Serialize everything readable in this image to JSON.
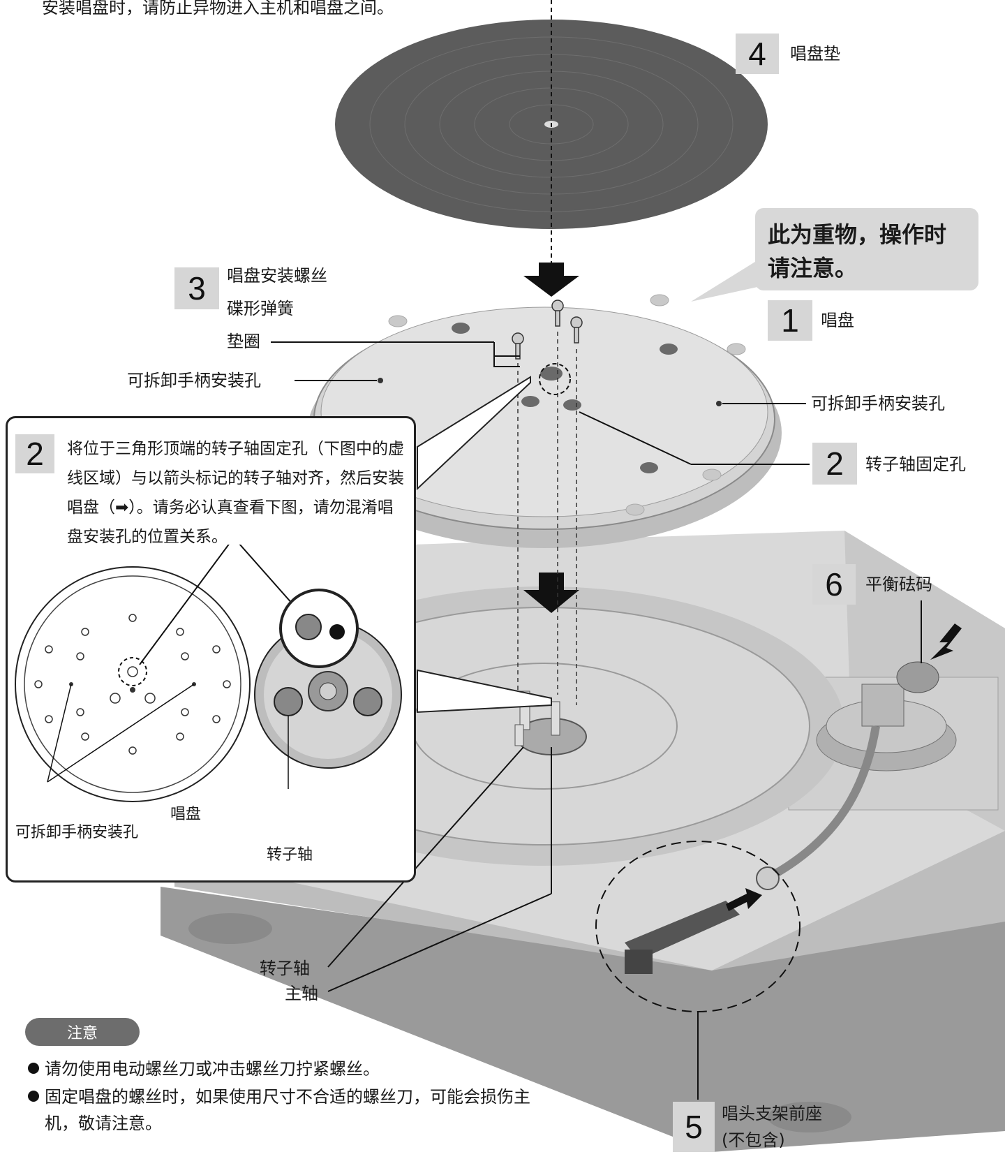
{
  "top_note": "安装唱盘时，请防止异物进入主机和唱盘之间。",
  "parts": {
    "p4": {
      "num": "4",
      "label": "唱盘垫"
    },
    "p1": {
      "num": "1",
      "label": "唱盘"
    },
    "p3": {
      "num": "3",
      "screw": "唱盘安装螺丝",
      "spring": "碟形弹簧",
      "washer": "垫圈"
    },
    "p2": {
      "num": "2",
      "label": "转子轴固定孔"
    },
    "p6": {
      "num": "6",
      "label": "平衡砝码"
    },
    "p5": {
      "num": "5",
      "label_line1": "唱头支架前座",
      "label_line2": "(不包含)"
    }
  },
  "heavy_note": "此为重物，操作时请注意。",
  "labels": {
    "handle_hole_left": "可拆卸手柄安装孔",
    "handle_hole_right": "可拆卸手柄安装孔",
    "rotor_shaft": "转子轴",
    "main_shaft": "主轴"
  },
  "callout": {
    "num": "2",
    "text": "将位于三角形顶端的转子轴固定孔（下图中的虚线区域）与以箭头标记的转子轴对齐，然后安装唱盘（➡）。请务必认真查看下图，请勿混淆唱盘安装孔的位置关系。",
    "platter_label": "唱盘",
    "handle_label": "可拆卸手柄安装孔",
    "rotor_label": "转子轴"
  },
  "caution": {
    "title": "注意",
    "items": [
      "请勿使用电动螺丝刀或冲击螺丝刀拧紧螺丝。",
      "固定唱盘的螺丝时，如果使用尺寸不合适的螺丝刀，可能会损伤主",
      "机，敬请注意。"
    ]
  }
}
